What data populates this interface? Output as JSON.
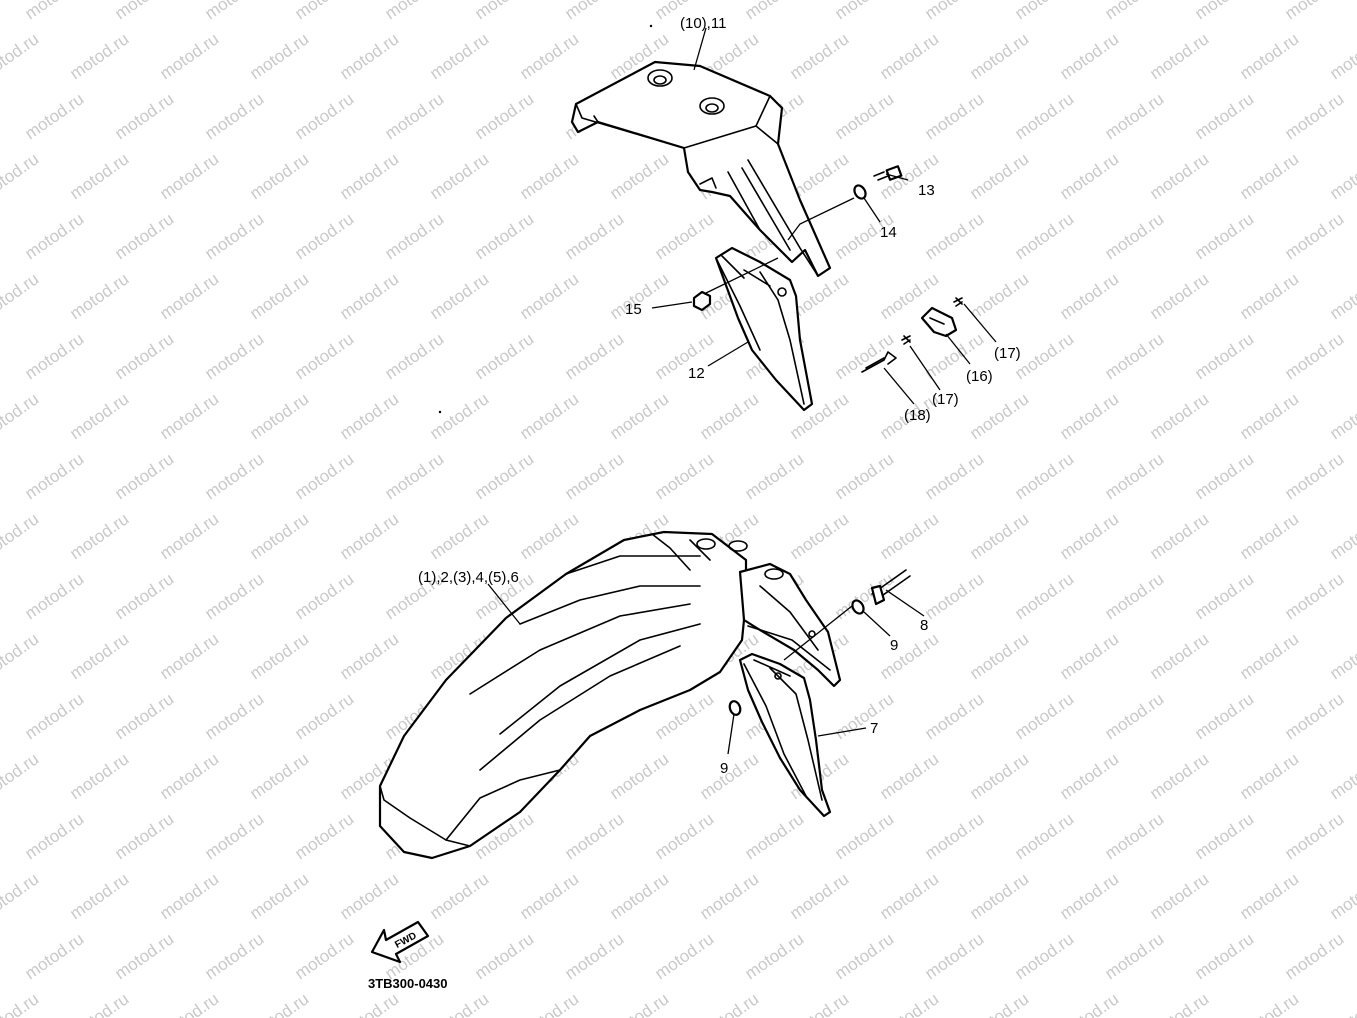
{
  "diagram": {
    "callouts": {
      "c_10_11": "(10),11",
      "c_13": "13",
      "c_14": "14",
      "c_15": "15",
      "c_12": "12",
      "c_17a": "(17)",
      "c_16": "(16)",
      "c_17b": "(17)",
      "c_18": "(18)",
      "c_1_6": "(1),2,(3),4,(5),6",
      "c_8": "8",
      "c_9a": "9",
      "c_7": "7",
      "c_9b": "9"
    },
    "forward_label": "FWD",
    "drawing_code": "3TB300-0430",
    "watermark": "motod.ru"
  }
}
